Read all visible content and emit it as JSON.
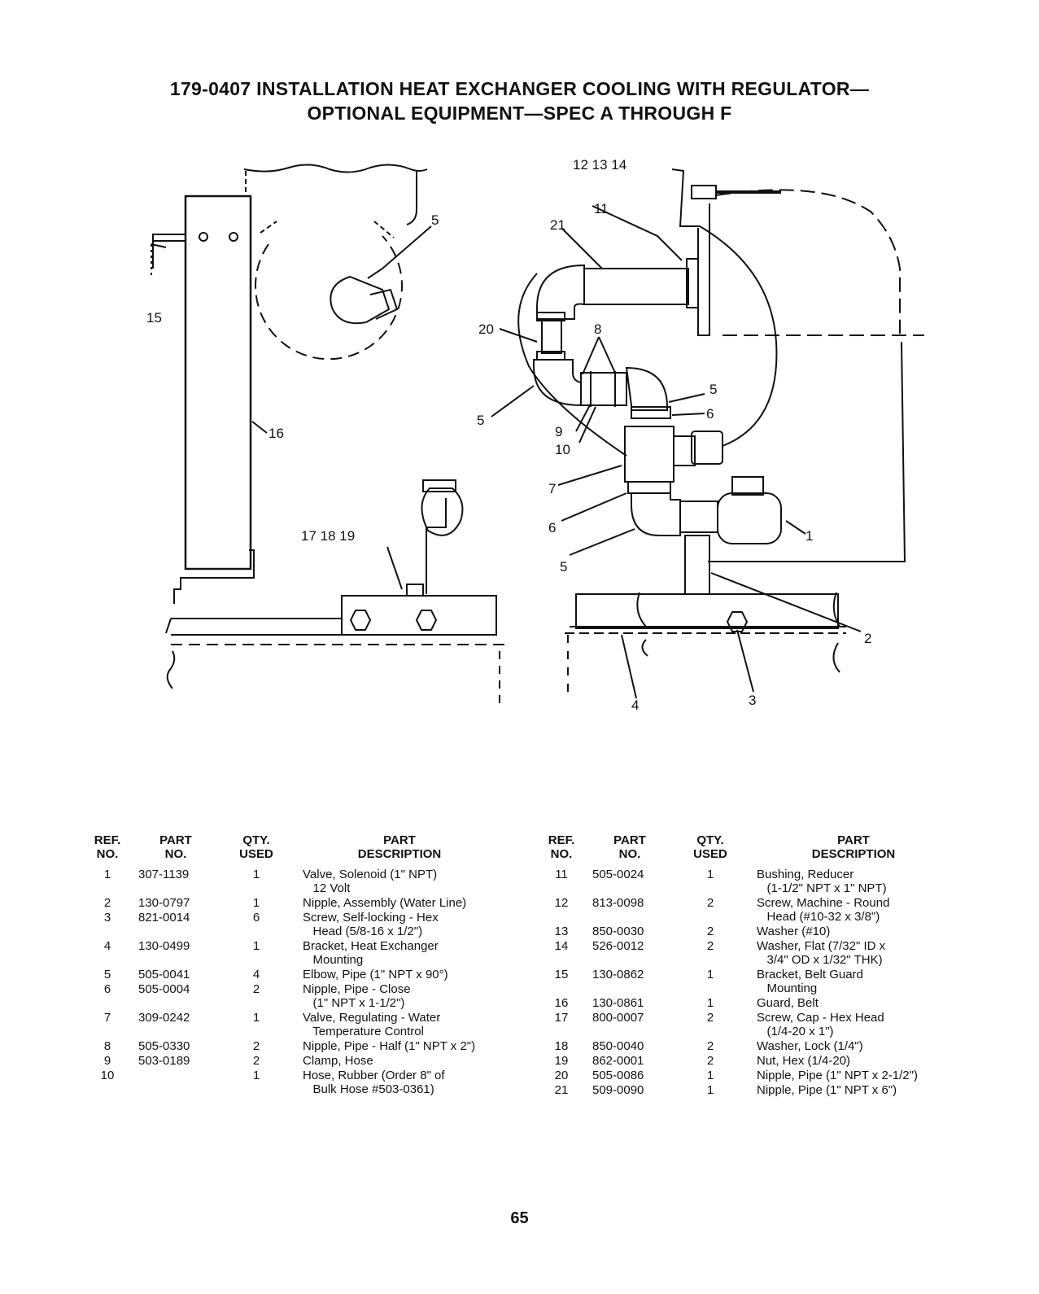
{
  "title": {
    "line1": "179-0407 INSTALLATION HEAT EXCHANGER COOLING WITH REGULATOR—",
    "line2": "OPTIONAL EQUIPMENT—SPEC A THROUGH F"
  },
  "callouts": {
    "c1": "1",
    "c2": "2",
    "c3": "3",
    "c4": "4",
    "c5a": "5",
    "c5b": "5",
    "c5c": "5",
    "c5d": "5",
    "c6a": "6",
    "c6b": "6",
    "c7": "7",
    "c8": "8",
    "c9": "9",
    "c10": "10",
    "c11": "11",
    "c12_14": "12 13 14",
    "c15": "15",
    "c16": "16",
    "c17_19": "17 18 19",
    "c20": "20",
    "c21": "21"
  },
  "table_headers": {
    "ref": "REF.\nNO.",
    "part": "PART\nNO.",
    "qty": "QTY.\nUSED",
    "desc": "PART\nDESCRIPTION"
  },
  "parts_left": [
    {
      "ref": "1",
      "part": "307-1139",
      "qty": "1",
      "desc": "Valve, Solenoid (1\" NPT)\n   12 Volt"
    },
    {
      "ref": "2",
      "part": "130-0797",
      "qty": "1",
      "desc": "Nipple, Assembly (Water Line)"
    },
    {
      "ref": "3",
      "part": "821-0014",
      "qty": "6",
      "desc": "Screw, Self-locking - Hex\n   Head (5/8-16 x 1/2\")"
    },
    {
      "ref": "4",
      "part": "130-0499",
      "qty": "1",
      "desc": "Bracket, Heat Exchanger\n   Mounting"
    },
    {
      "ref": "5",
      "part": "505-0041",
      "qty": "4",
      "desc": "Elbow, Pipe (1\" NPT x 90°)"
    },
    {
      "ref": "6",
      "part": "505-0004",
      "qty": "2",
      "desc": "Nipple, Pipe - Close\n   (1\" NPT x 1-1/2\")"
    },
    {
      "ref": "7",
      "part": "309-0242",
      "qty": "1",
      "desc": "Valve, Regulating - Water\n   Temperature Control"
    },
    {
      "ref": "8",
      "part": "505-0330",
      "qty": "2",
      "desc": "Nipple, Pipe - Half (1\" NPT x 2\")"
    },
    {
      "ref": "9",
      "part": "503-0189",
      "qty": "2",
      "desc": "Clamp, Hose"
    },
    {
      "ref": "10",
      "part": "",
      "qty": "1",
      "desc": "Hose, Rubber (Order 8\" of\n   Bulk Hose #503-0361)"
    }
  ],
  "parts_right": [
    {
      "ref": "11",
      "part": "505-0024",
      "qty": "1",
      "desc": "Bushing, Reducer\n   (1-1/2\" NPT x 1\" NPT)"
    },
    {
      "ref": "12",
      "part": "813-0098",
      "qty": "2",
      "desc": "Screw, Machine - Round\n   Head (#10-32 x 3/8\")"
    },
    {
      "ref": "13",
      "part": "850-0030",
      "qty": "2",
      "desc": "Washer (#10)"
    },
    {
      "ref": "14",
      "part": "526-0012",
      "qty": "2",
      "desc": "Washer, Flat (7/32\" ID x\n   3/4\" OD x 1/32\" THK)"
    },
    {
      "ref": "15",
      "part": "130-0862",
      "qty": "1",
      "desc": "Bracket, Belt Guard\n   Mounting"
    },
    {
      "ref": "16",
      "part": "130-0861",
      "qty": "1",
      "desc": "Guard, Belt"
    },
    {
      "ref": "17",
      "part": "800-0007",
      "qty": "2",
      "desc": "Screw, Cap - Hex Head\n   (1/4-20 x 1\")"
    },
    {
      "ref": "18",
      "part": "850-0040",
      "qty": "2",
      "desc": "Washer, Lock (1/4\")"
    },
    {
      "ref": "19",
      "part": "862-0001",
      "qty": "2",
      "desc": "Nut, Hex (1/4-20)"
    },
    {
      "ref": "20",
      "part": "505-0086",
      "qty": "1",
      "desc": "Nipple, Pipe (1\" NPT x 2-1/2\")"
    },
    {
      "ref": "21",
      "part": "509-0090",
      "qty": "1",
      "desc": "Nipple, Pipe (1\" NPT x 6\")"
    }
  ],
  "page_number": "65"
}
